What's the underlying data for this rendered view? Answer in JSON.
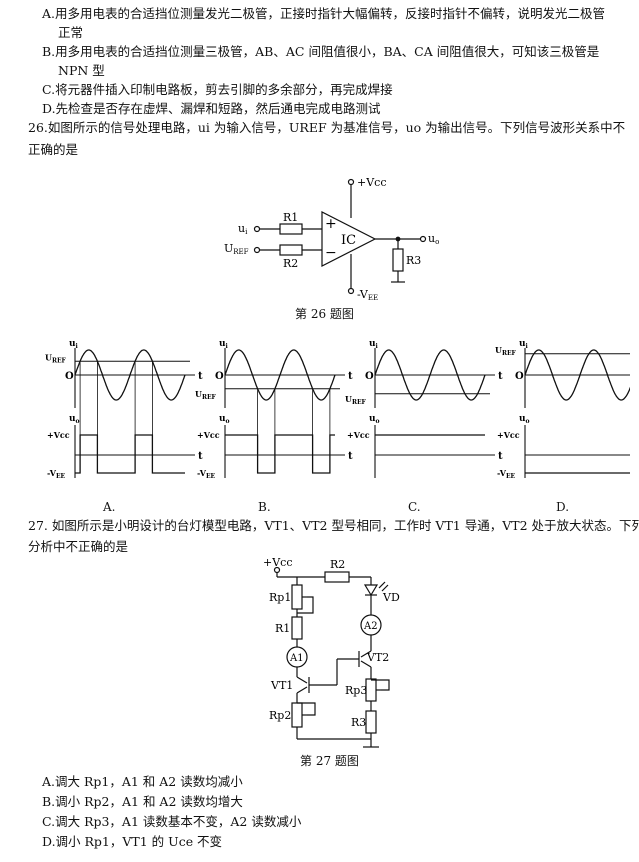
{
  "q25": {
    "option_a_line1": "A.用多用电表的合适挡位测量发光二极管，正接时指针大幅偏转，反接时指针不偏转，说明发光二极管",
    "option_a_line2": "正常",
    "option_b_line1": "B.用多用电表的合适挡位测量三极管，AB、AC 间阻值很小，BA、CA 间阻值很大，可知该三极管是",
    "option_b_line2": "NPN 型",
    "option_c": "C.将元器件插入印制电路板，剪去引脚的多余部分，再完成焊接",
    "option_d": "D.先检查是否存在虚焊、漏焊和短路，然后通电完成电路测试"
  },
  "q26": {
    "stem_line1": "26.如图所示的信号处理电路，ui 为输入信号，UREF 为基准信号，uo 为输出信号。下列信号波形关系中不",
    "stem_line2": "正确的是",
    "circuit": {
      "vcc": "+Vcc",
      "vee": "-V",
      "vee_sub": "EE",
      "ic": "IC",
      "r1": "R1",
      "r2": "R2",
      "r3": "R3",
      "ui": "u",
      "ui_sub": "i",
      "uref": "U",
      "uref_sub": "REF",
      "uo": "u",
      "uo_sub": "o",
      "plus": "+",
      "minus": "−"
    },
    "figure_caption": "第 26 题图",
    "waveforms": [
      {
        "option": "A.",
        "uref_level": 0.55,
        "output": "pulse_high_when_above"
      },
      {
        "option": "B.",
        "uref_level": -0.55,
        "output": "pulse_low_when_below"
      },
      {
        "option": "C.",
        "uref_level": -0.75,
        "output": "constant_high"
      },
      {
        "option": "D.",
        "uref_level": 0.85,
        "output": "constant_low"
      }
    ],
    "wave_labels": {
      "ui": "u",
      "ui_sub": "i",
      "uo": "u",
      "uo_sub": "o",
      "t": "t",
      "zero": "O",
      "uref": "U",
      "uref_sub": "REF",
      "vcc": "+Vcc",
      "vee": "-V",
      "vee_sub": "EE"
    }
  },
  "q27": {
    "stem_line1": "27. 如图所示是小明设计的台灯模型电路，VT1、VT2 型号相同，工作时 VT1 导通，VT2 处于放大状态。下列",
    "stem_line2": "分析中不正确的是",
    "circuit": {
      "vcc": "+Vcc",
      "r2": "R2",
      "vd": "VD",
      "rp1": "Rp1",
      "r1": "R1",
      "a1": "A1",
      "a2": "A2",
      "vt1": "VT1",
      "vt2": "VT2",
      "rp3": "Rp3",
      "rp2": "Rp2",
      "r3": "R3"
    },
    "figure_caption": "第 27 题图",
    "option_a": "A.调大 Rp1，A1 和 A2 读数均减小",
    "option_b": "B.调小 Rp2，A1 和 A2 读数均增大",
    "option_c": "C.调大 Rp3，A1 读数基本不变，A2 读数减小",
    "option_d": "D.调小 Rp1，VT1 的 Uce 不变"
  }
}
